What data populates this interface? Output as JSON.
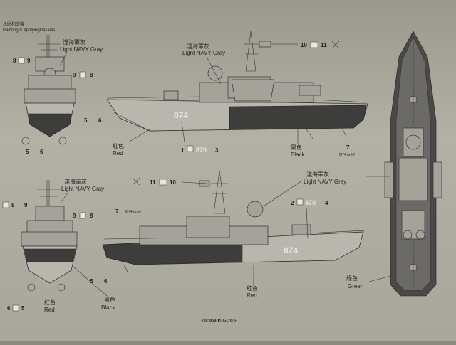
{
  "header": {
    "title_cn": "水貼和塗裝",
    "title_en": "Painting & ApplyingDecales"
  },
  "colors": {
    "light_navy_gray": "#a9a69d",
    "black": "#333333",
    "red": "#7a3b33",
    "green": "#5a6a55"
  },
  "labels": {
    "light_navy_gray_cn": "淺海軍灰",
    "light_navy_gray_en": "Light NAVY Gray",
    "red_cn": "紅色",
    "red_en": "Red",
    "black_cn": "黑色",
    "black_en": "Black",
    "green_cn": "綠色",
    "green_en": "Green",
    "only_874": "[874 only]"
  },
  "hull_number": "874",
  "callouts_top": {
    "front_left": "8",
    "front_right": "9",
    "side_a": "9",
    "side_b": "8",
    "side_c": "5",
    "side_d": "6",
    "bottom_a": "5",
    "bottom_b": "6",
    "mast_a": "10",
    "mast_b": "11",
    "bow_a": "1",
    "bow_b": "3",
    "bow_num": "870",
    "stern_num": "7"
  },
  "callouts_bottom": {
    "front_left": "8",
    "front_right": "9",
    "side_a": "9",
    "side_b": "8",
    "side_c": "5",
    "side_d": "6",
    "bottom_a": "6",
    "bottom_b": "5",
    "mast_a": "11",
    "mast_b": "10",
    "stern_num": "7",
    "bow_a": "2",
    "bow_b": "4",
    "bow_num": "870"
  },
  "footer": "-N05050-PAGE 6/6-"
}
